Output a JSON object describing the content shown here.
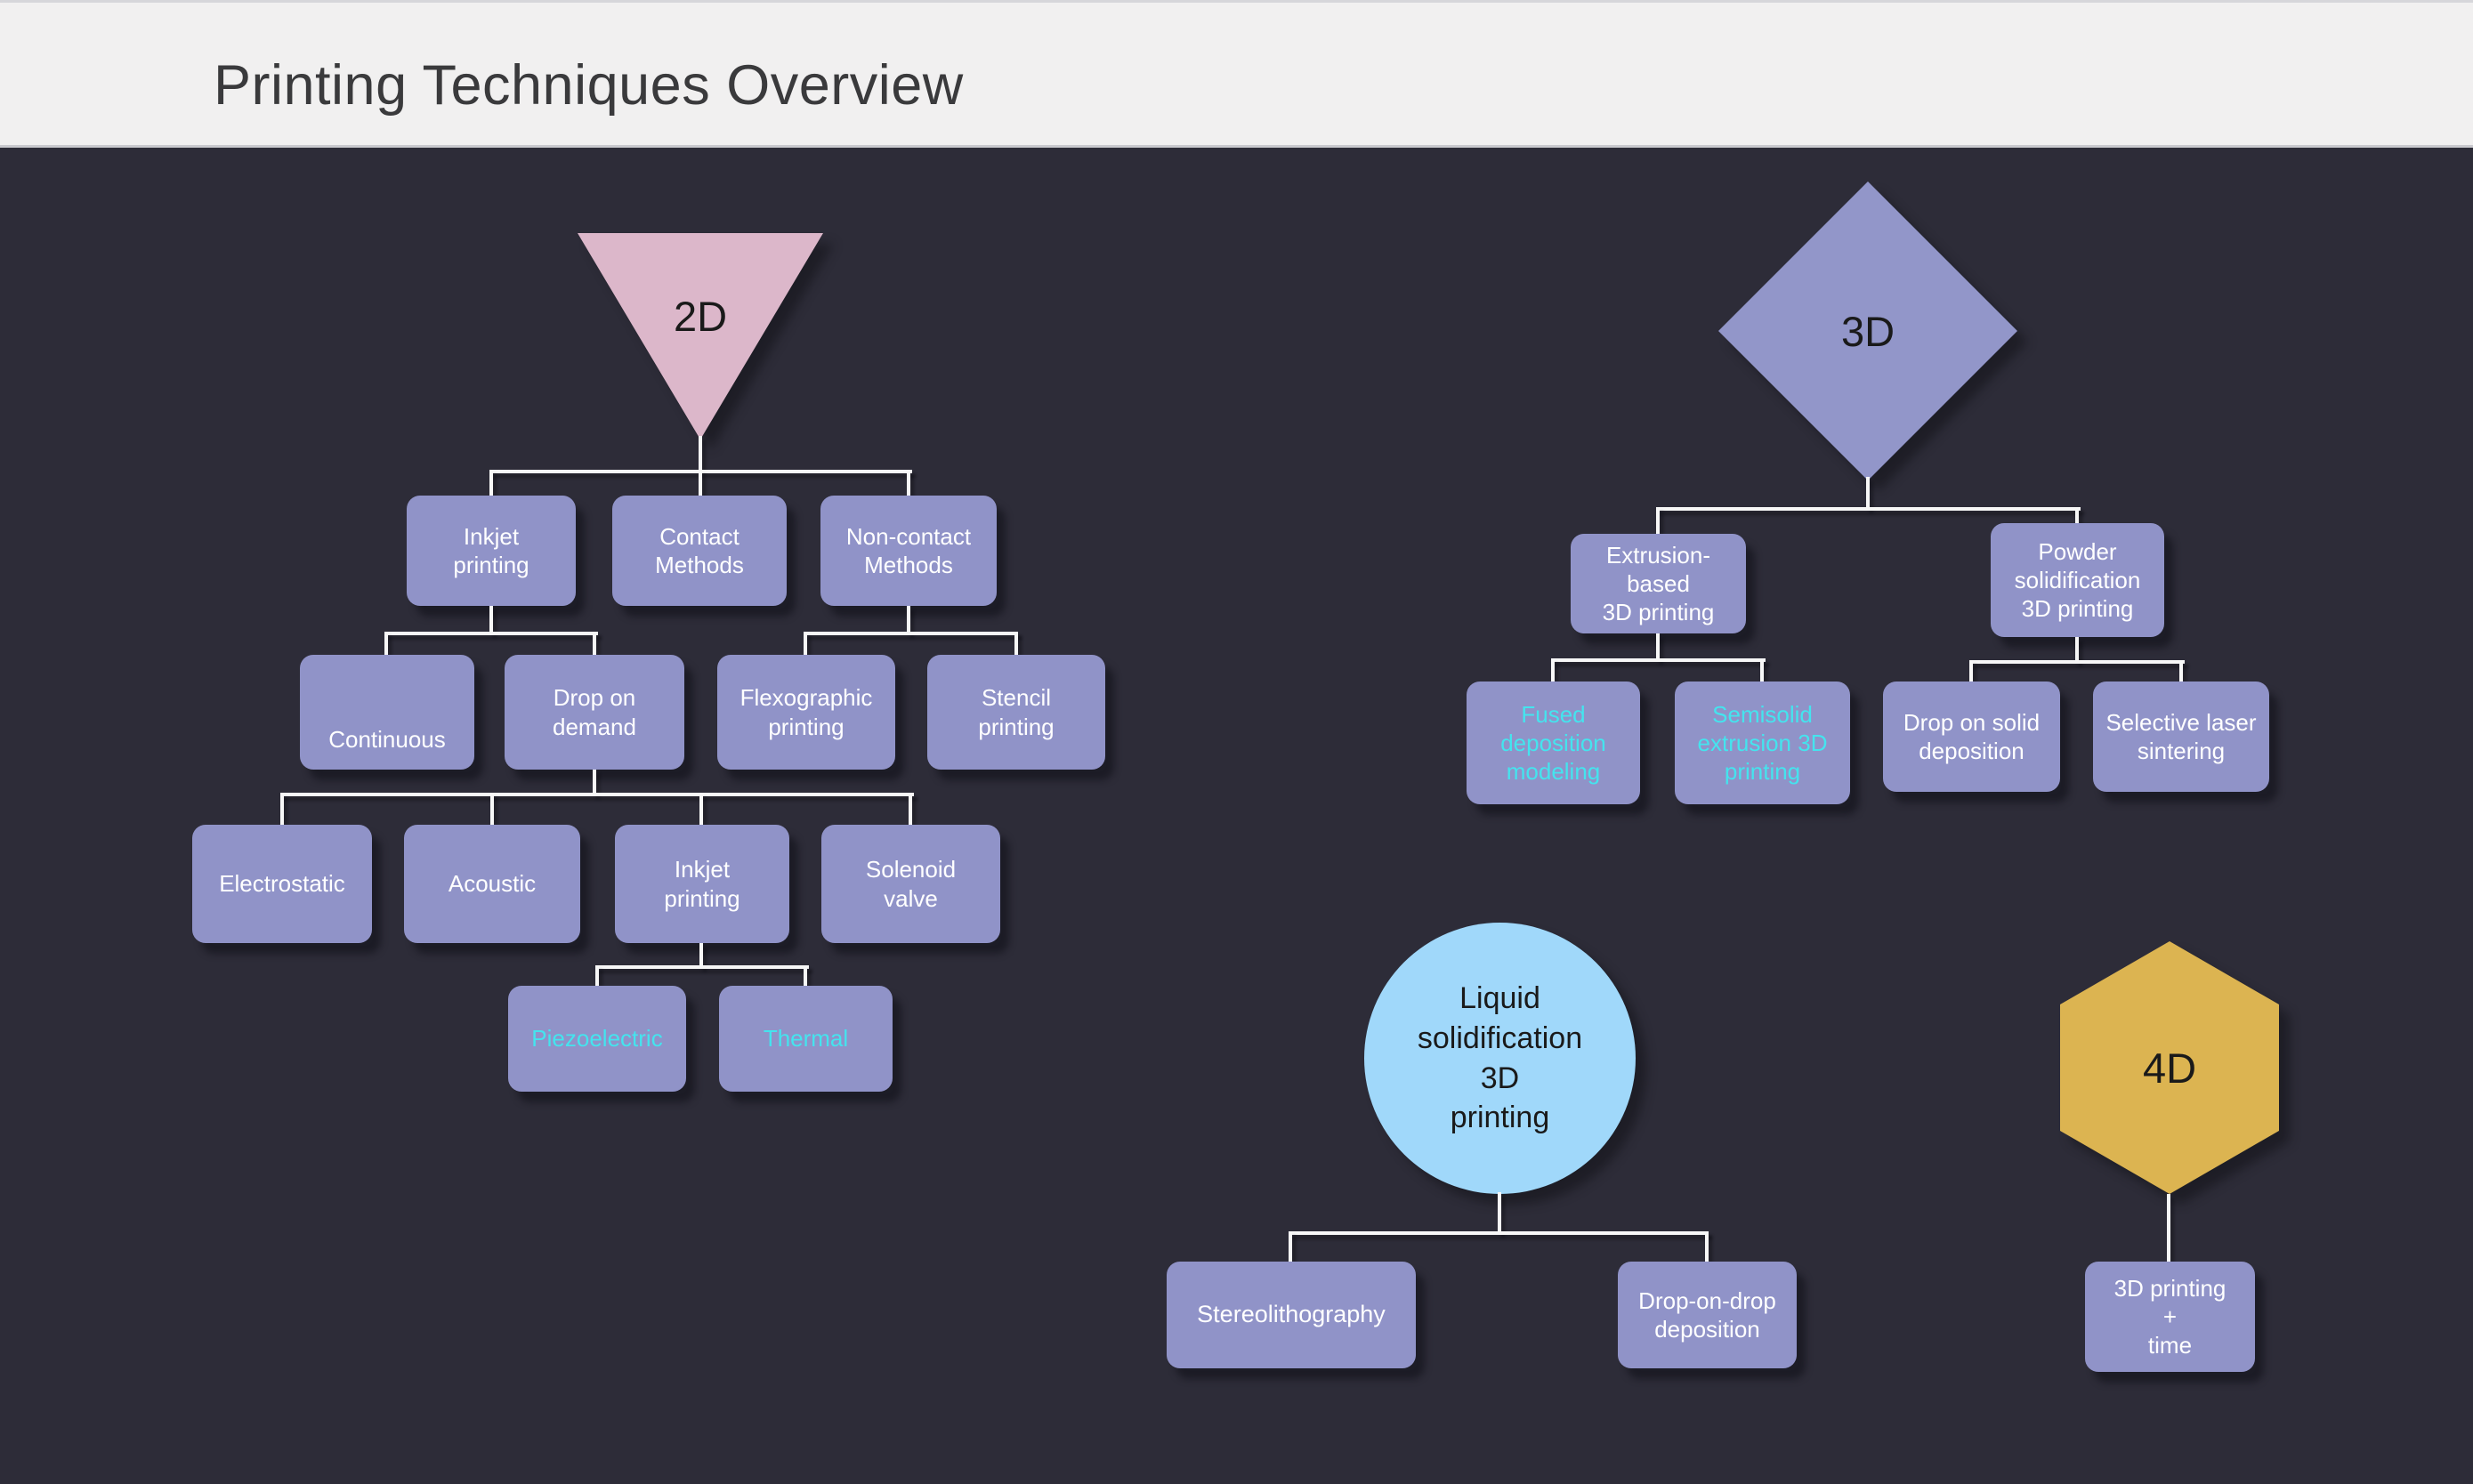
{
  "header": {
    "title": "Printing Techniques Overview"
  },
  "colors": {
    "background": "#2d2c38",
    "header_bg": "#f1f0f0",
    "node_purple": "#9093c8",
    "accent_cyan": "#44e4ee",
    "triangle_pink": "#dcb7ca",
    "diamond_purple": "#9296c9",
    "circle_blue": "#a0d8fa",
    "hexagon_gold": "#dcb451",
    "connector_white": "#f7f7f7"
  },
  "tree2d": {
    "root": "2D",
    "inkjet_printing": "Inkjet\nprinting",
    "contact_methods": "Contact\nMethods",
    "non_contact_methods": "Non-contact\nMethods",
    "continuous": "Continuous",
    "drop_on_demand": "Drop on\ndemand",
    "flexographic_printing": "Flexographic\nprinting",
    "stencil_printing": "Stencil\nprinting",
    "electrostatic": "Electrostatic",
    "acoustic": "Acoustic",
    "inkjet_printing_dod": "Inkjet\nprinting",
    "solenoid_valve": "Solenoid\nvalve",
    "piezoelectric": "Piezoelectric",
    "thermal": "Thermal"
  },
  "tree3d": {
    "root": "3D",
    "extrusion_based": "Extrusion-based\n3D printing",
    "powder_solidification": "Powder\nsolidification\n3D printing",
    "fused_deposition": "Fused\ndeposition\nmodeling",
    "semisolid_extrusion": "Semisolid\nextrusion 3D\nprinting",
    "drop_on_solid": "Drop on solid\ndeposition",
    "selective_laser": "Selective laser\nsintering"
  },
  "liquid": {
    "root": "Liquid\nsolidification\n3D\nprinting",
    "stereolithography": "Stereolithography",
    "drop_on_drop": "Drop-on-drop\ndeposition"
  },
  "tree4d": {
    "root": "4D",
    "printing_plus_time": "3D printing\n+\ntime"
  }
}
